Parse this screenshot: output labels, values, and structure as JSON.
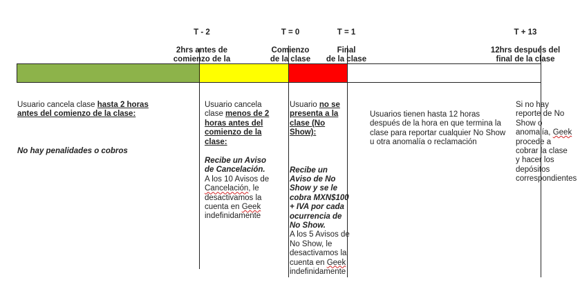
{
  "markers": [
    {
      "code": "T - 2",
      "desc": "2hrs antes de\ncomienzo de la\nclase"
    },
    {
      "code": "T = 0",
      "desc": "Comienzo\nde la clase"
    },
    {
      "code": "T = 1",
      "desc": "Final\nde la clase"
    },
    {
      "code": "T + 13",
      "desc": "12hrs después del\nfinal de la clase"
    }
  ],
  "colors": {
    "green": "#8db34a",
    "yellow": "#ffff00",
    "red": "#ff0000",
    "white": "#ffffff"
  },
  "columns": {
    "c1": {
      "lead": "Usuario cancela clase ",
      "bold": "hasta 2 horas antes del comienzo de la clase:",
      "note": "No hay penalidades o cobros"
    },
    "c2": {
      "lead": "Usuario cancela clase ",
      "bold": "menos de 2 horas antes del comienzo de la clase:",
      "note_bold": "Recibe un Aviso de Cancelación.",
      "text1": "A los 10 Avisos de ",
      "text1_wavy": "Cancelación",
      "text2": ", le desactivamos la cuenta en ",
      "text2_wavy": "Geek",
      "text3": " indefinidamente"
    },
    "c3": {
      "lead": "Usuario ",
      "bold": "no se presenta a la clase (No Show):",
      "note_bold": "Recibe un Aviso de No Show y se le cobra MXN$100 + IVA por cada ocurrencia de No Show.",
      "text1": "A los 5 Avisos de No Show, le desactivamos la cuenta en ",
      "text1_wavy": "Geek",
      "text2": " indefinidamente"
    },
    "c4": {
      "text": "Usuarios tienen hasta  12 horas después de la hora en que termina la clase para  reportar cualquier No Show u otra anomalía  o reclamación"
    },
    "c5": {
      "text1": "Si no hay reporte de No Show o anomalía, ",
      "text1_wavy": "Geek",
      "text2": " procede a cobrar la clase y hacer los depósitos correspondientes"
    }
  }
}
